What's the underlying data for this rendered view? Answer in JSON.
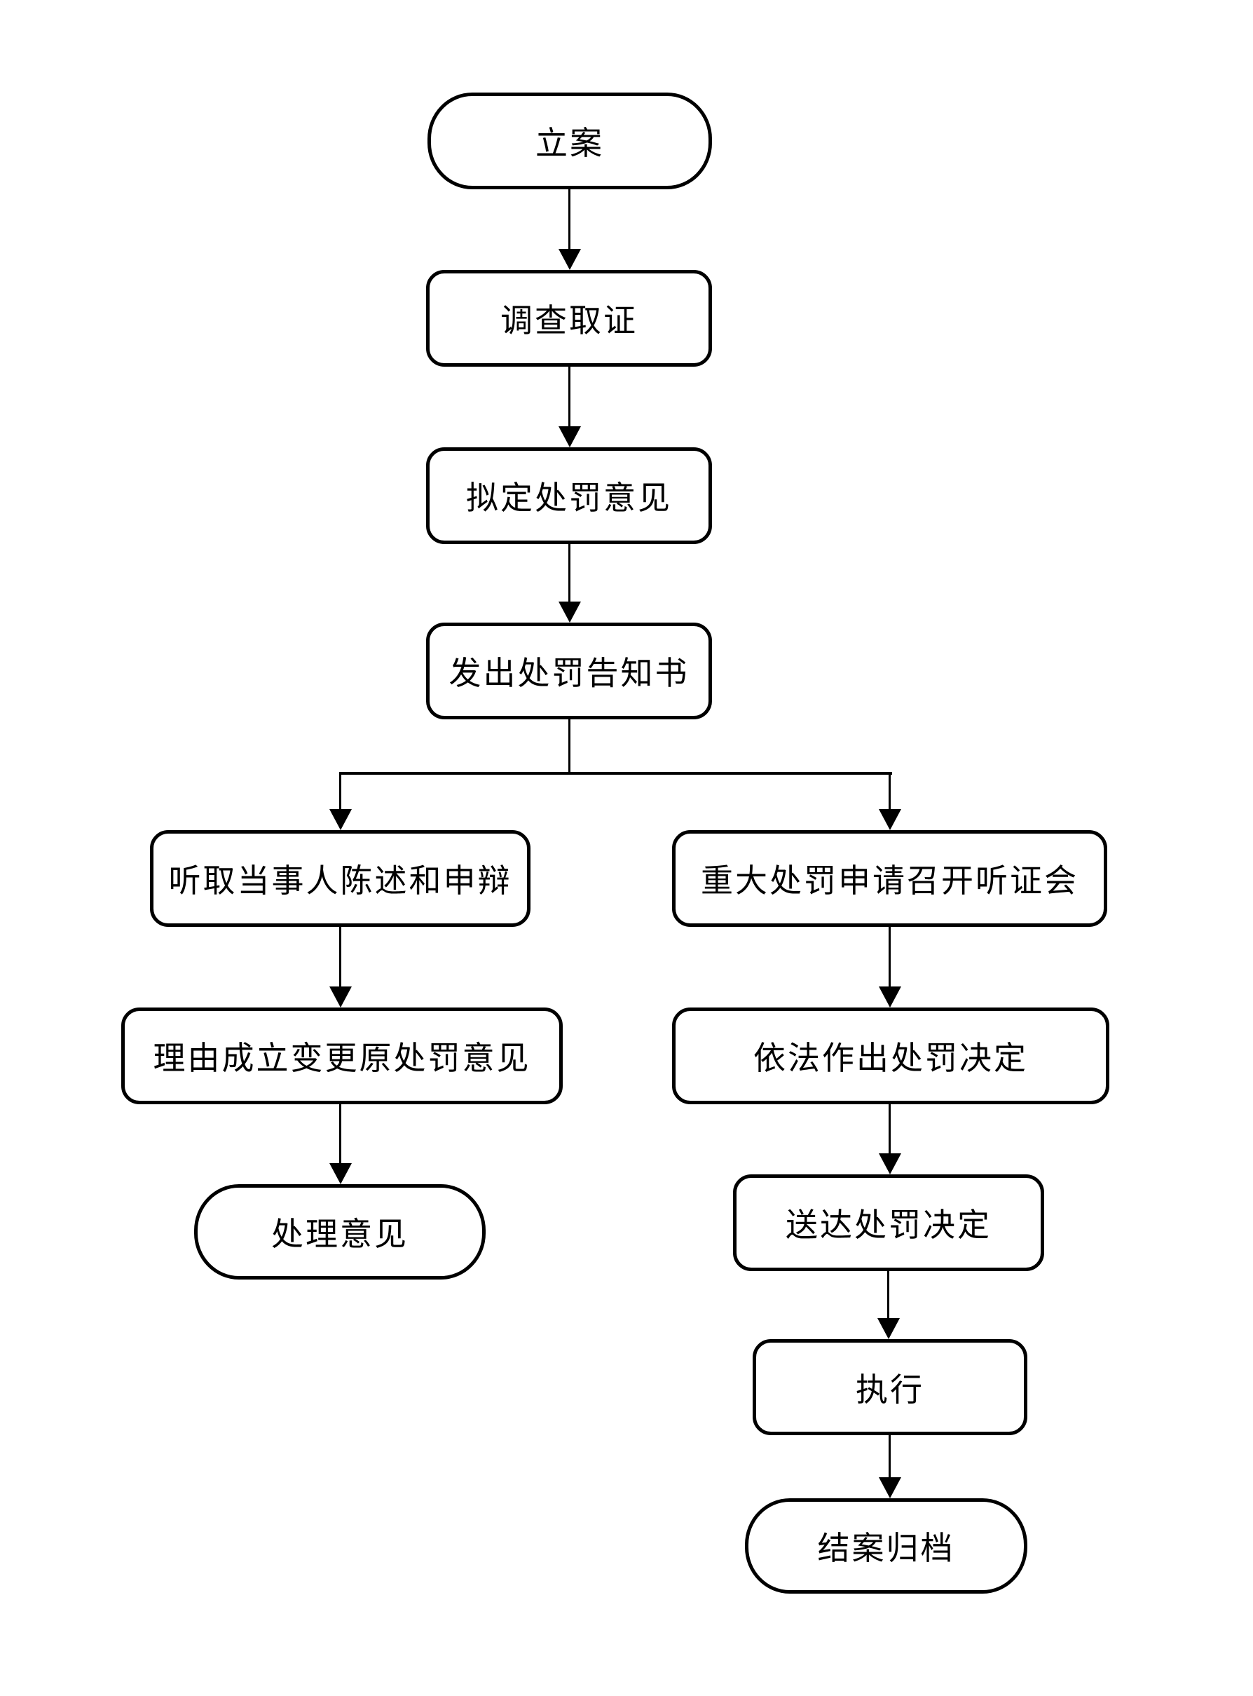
{
  "diagram": {
    "type": "flowchart",
    "background_color": "#ffffff",
    "stroke_color": "#000000",
    "text_color": "#000000",
    "nodes": {
      "filing": {
        "label": "立案",
        "shape": "terminator"
      },
      "investigation": {
        "label": "调查取证",
        "shape": "process"
      },
      "draft_penalty_opinion": {
        "label": "拟定处罚意见",
        "shape": "process"
      },
      "issue_penalty_notice": {
        "label": "发出处罚告知书",
        "shape": "process"
      },
      "hear_statement_defense": {
        "label": "听取当事人陈述和申辩",
        "shape": "process"
      },
      "major_penalty_hearing": {
        "label": "重大处罚申请召开听证会",
        "shape": "process"
      },
      "change_original_opinion": {
        "label": "理由成立变更原处罚意见",
        "shape": "process"
      },
      "make_penalty_decision": {
        "label": "依法作出处罚决定",
        "shape": "process"
      },
      "handling_opinion": {
        "label": "处理意见",
        "shape": "terminator"
      },
      "deliver_penalty_decision": {
        "label": "送达处罚决定",
        "shape": "process"
      },
      "execute": {
        "label": "执行",
        "shape": "process"
      },
      "close_archive": {
        "label": "结案归档",
        "shape": "terminator"
      }
    },
    "edges": [
      {
        "from": "filing",
        "to": "investigation"
      },
      {
        "from": "investigation",
        "to": "draft_penalty_opinion"
      },
      {
        "from": "draft_penalty_opinion",
        "to": "issue_penalty_notice"
      },
      {
        "from": "issue_penalty_notice",
        "to": "hear_statement_defense"
      },
      {
        "from": "issue_penalty_notice",
        "to": "major_penalty_hearing"
      },
      {
        "from": "hear_statement_defense",
        "to": "change_original_opinion"
      },
      {
        "from": "major_penalty_hearing",
        "to": "make_penalty_decision"
      },
      {
        "from": "change_original_opinion",
        "to": "handling_opinion"
      },
      {
        "from": "make_penalty_decision",
        "to": "deliver_penalty_decision"
      },
      {
        "from": "deliver_penalty_decision",
        "to": "execute"
      },
      {
        "from": "execute",
        "to": "close_archive"
      }
    ]
  }
}
